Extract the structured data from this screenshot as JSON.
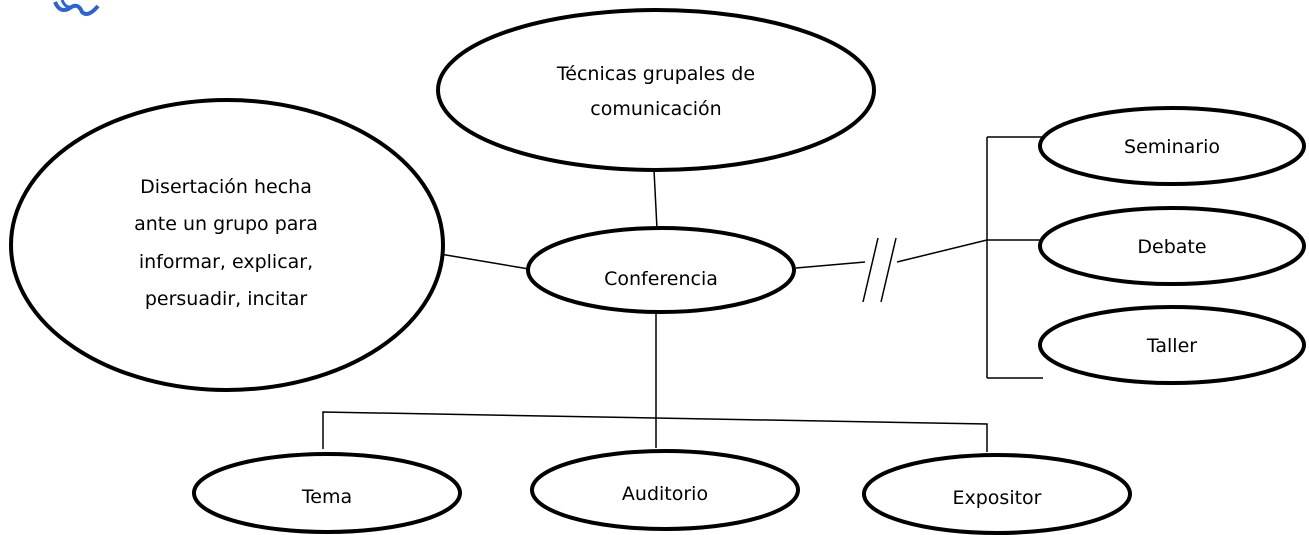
{
  "nodes": {
    "title": [
      "Técnicas grupales de",
      "comunicación"
    ],
    "definition": [
      "Disertación hecha",
      "ante un grupo para",
      "informar, explicar,",
      "persuadir, incitar"
    ],
    "center": "Conferencia",
    "seminario": "Seminario",
    "debate": "Debate",
    "taller": "Taller",
    "tema": "Tema",
    "auditorio": "Auditorio",
    "expositor": "Expositor"
  },
  "colors": {
    "stroke": "#000000",
    "logo": "#2b62d9"
  }
}
